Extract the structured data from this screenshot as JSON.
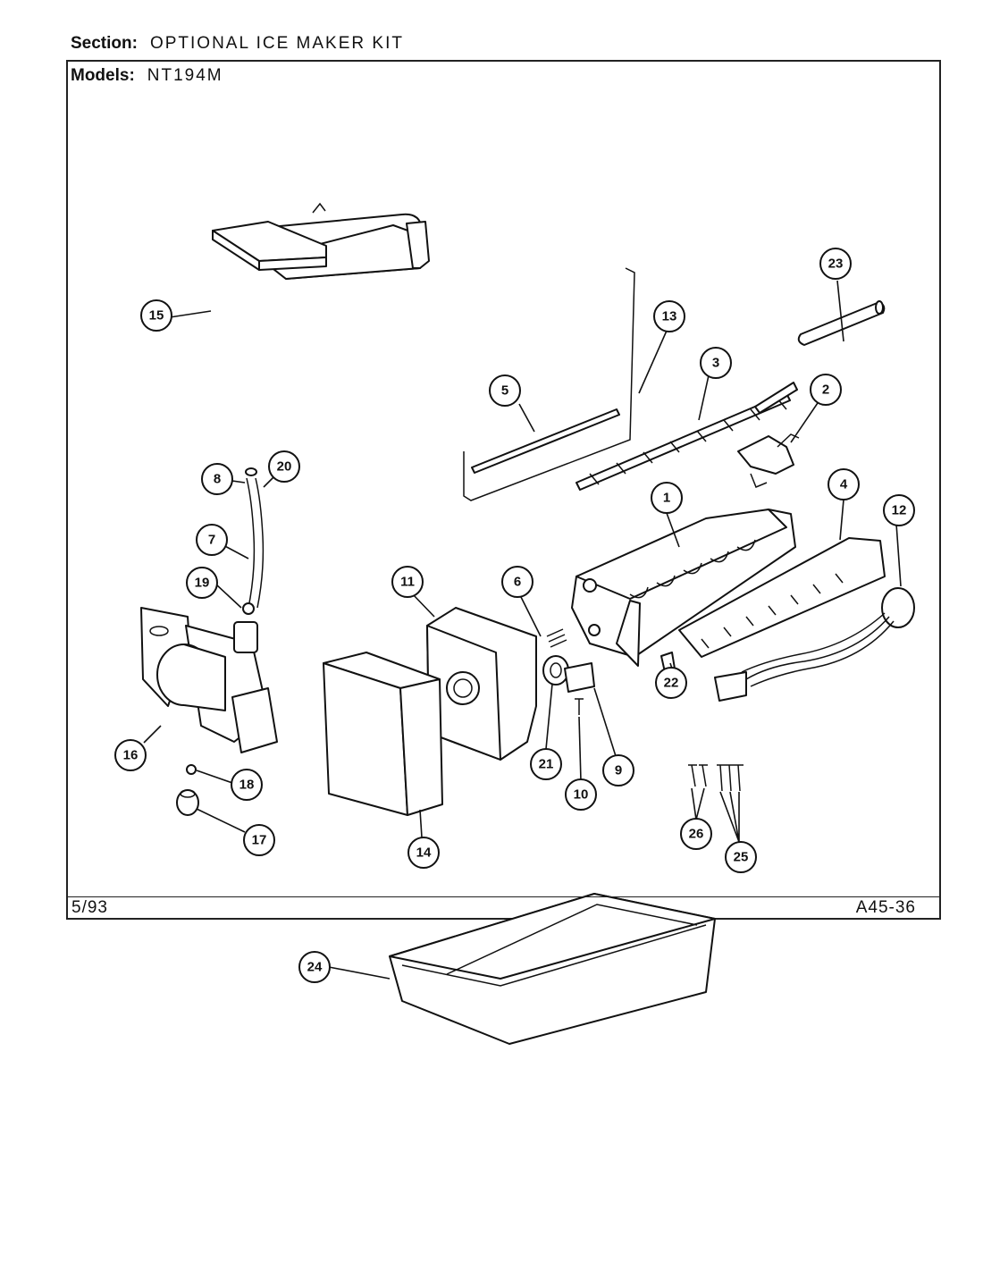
{
  "header": {
    "section_label": "Section:",
    "section_value": "OPTIONAL ICE MAKER KIT",
    "models_label": "Models:",
    "models_value": "NT194M"
  },
  "footer": {
    "date": "5/93",
    "code": "A45-36"
  },
  "callouts": [
    "1",
    "2",
    "3",
    "4",
    "5",
    "6",
    "7",
    "8",
    "9",
    "10",
    "11",
    "12",
    "13",
    "14",
    "15",
    "16",
    "17",
    "18",
    "19",
    "20",
    "21",
    "22",
    "23",
    "24",
    "25",
    "26"
  ]
}
